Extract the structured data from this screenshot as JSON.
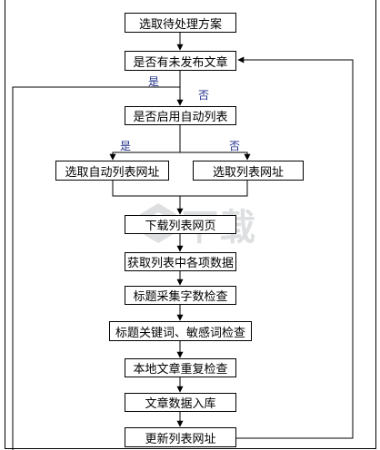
{
  "nodes": {
    "select_plan": "选取待处理方案",
    "has_unpublished": "是否有未发布文章",
    "auto_list_enabled": "是否启用自动列表",
    "select_auto_list_url": "选取自动列表网址",
    "select_list_url": "选取列表网址",
    "download_list_page": "下载列表网页",
    "get_list_items": "获取列表中各项数据",
    "title_wordcount_check": "标题采集字数检查",
    "title_keyword_check": "标题关键词、敏感词检查",
    "local_duplicate_check": "本地文章重复检查",
    "save_to_db": "文章数据入库",
    "update_list_url": "更新列表网址"
  },
  "labels": {
    "yes_1": "是",
    "no_1": "否",
    "yes_2": "是",
    "no_2": "否"
  },
  "watermark": {
    "text": "下载",
    "color": "#9aa0a6"
  },
  "colors": {
    "line": "#000000",
    "label": "#1f2e8a"
  }
}
